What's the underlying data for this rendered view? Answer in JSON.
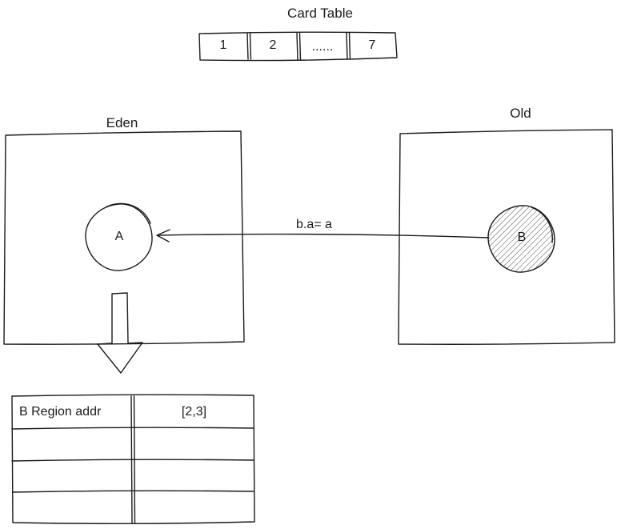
{
  "ink_color": "#1b1b1b",
  "card_table": {
    "title": "Card Table",
    "cells": [
      "1",
      "2",
      "......",
      "7"
    ]
  },
  "regions": {
    "eden_label": "Eden",
    "old_label": "Old",
    "object_a": "A",
    "object_b": "B"
  },
  "reference": {
    "label": "b.a= a"
  },
  "region_table": {
    "rows": [
      {
        "key": "B Region addr",
        "value": "[2,3]"
      },
      {
        "key": "",
        "value": ""
      },
      {
        "key": "",
        "value": ""
      },
      {
        "key": "",
        "value": ""
      }
    ]
  }
}
